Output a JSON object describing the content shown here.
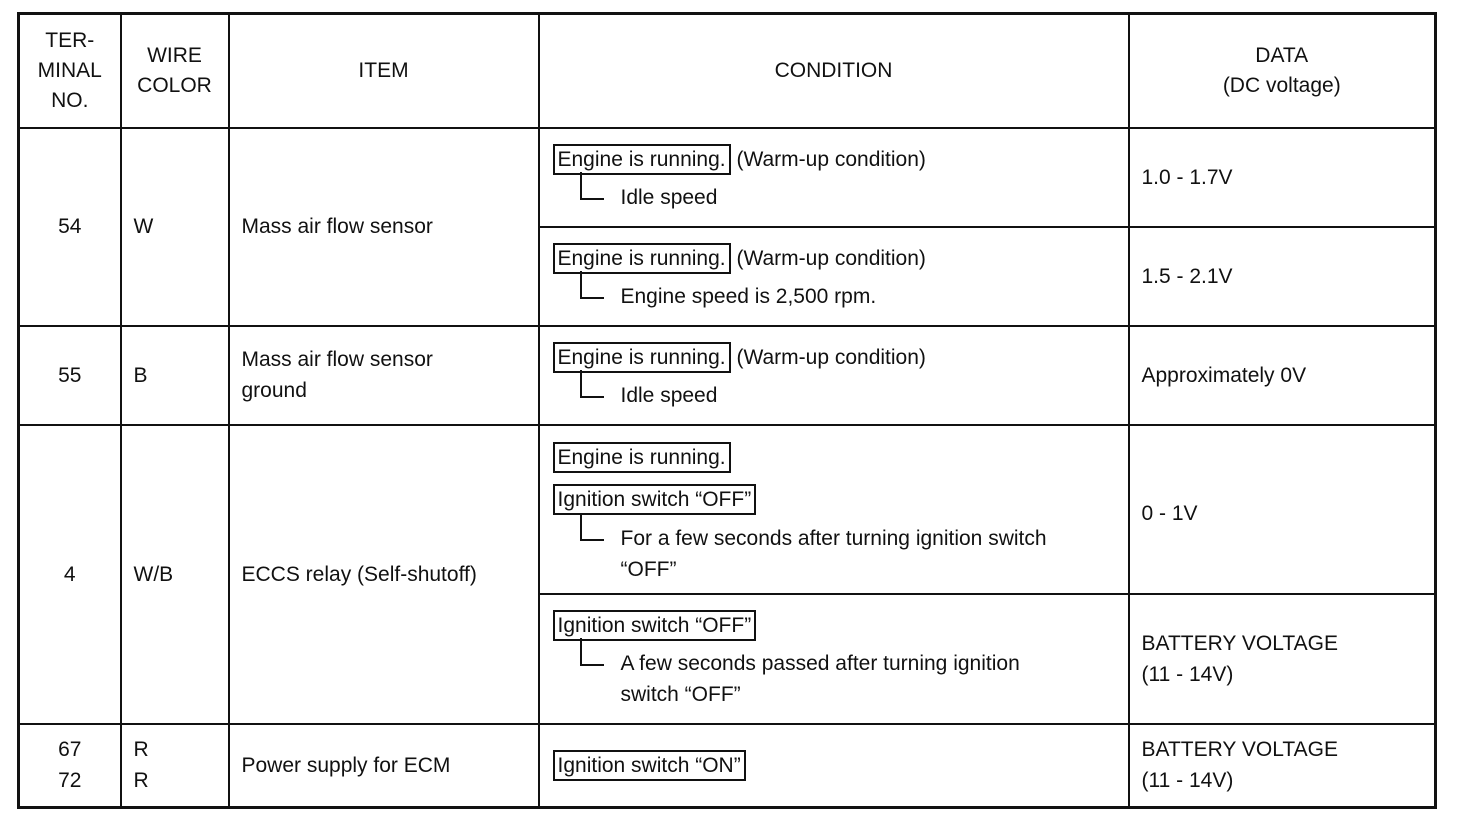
{
  "headers": {
    "terminal": [
      "TER-",
      "MINAL",
      "NO."
    ],
    "wire": [
      "WIRE",
      "COLOR"
    ],
    "item": "ITEM",
    "condition": "CONDITION",
    "data": [
      "DATA",
      "(DC voltage)"
    ]
  },
  "rows": [
    {
      "terminal": [
        "54"
      ],
      "wire": [
        "W"
      ],
      "item": [
        "Mass air flow sensor"
      ],
      "conditions": [
        {
          "box": "Engine is running.",
          "note": " (Warm-up condition)",
          "sub": [
            "Idle speed"
          ],
          "data": [
            "1.0 - 1.7V"
          ]
        },
        {
          "box": "Engine is running.",
          "note": " (Warm-up condition)",
          "sub": [
            "Engine speed is 2,500 rpm."
          ],
          "data": [
            "1.5 - 2.1V"
          ]
        }
      ]
    },
    {
      "terminal": [
        "55"
      ],
      "wire": [
        "B"
      ],
      "item": [
        "Mass air flow sensor",
        "ground"
      ],
      "conditions": [
        {
          "box": "Engine is running.",
          "note": " (Warm-up condition)",
          "sub": [
            "Idle speed"
          ],
          "data": [
            "Approximately 0V"
          ]
        }
      ]
    },
    {
      "terminal": [
        "4"
      ],
      "wire": [
        "W/B"
      ],
      "item": [
        "ECCS relay (Self-shutoff)"
      ],
      "conditions": [
        {
          "box": "Engine is running.",
          "box2": "Ignition switch “OFF”",
          "sub": [
            "For a few seconds after turning ignition switch",
            "“OFF”"
          ],
          "data": [
            "0 - 1V"
          ]
        },
        {
          "box": "Ignition switch “OFF”",
          "sub": [
            "A few seconds passed after turning ignition",
            "switch “OFF”"
          ],
          "data": [
            "BATTERY VOLTAGE",
            "(11 - 14V)"
          ]
        }
      ]
    },
    {
      "terminal": [
        "67",
        "72"
      ],
      "wire": [
        "R",
        "R"
      ],
      "item": [
        "Power supply for ECM"
      ],
      "conditions": [
        {
          "box": "Ignition switch “ON”",
          "data": [
            "BATTERY VOLTAGE",
            "(11 - 14V)"
          ]
        }
      ]
    }
  ]
}
